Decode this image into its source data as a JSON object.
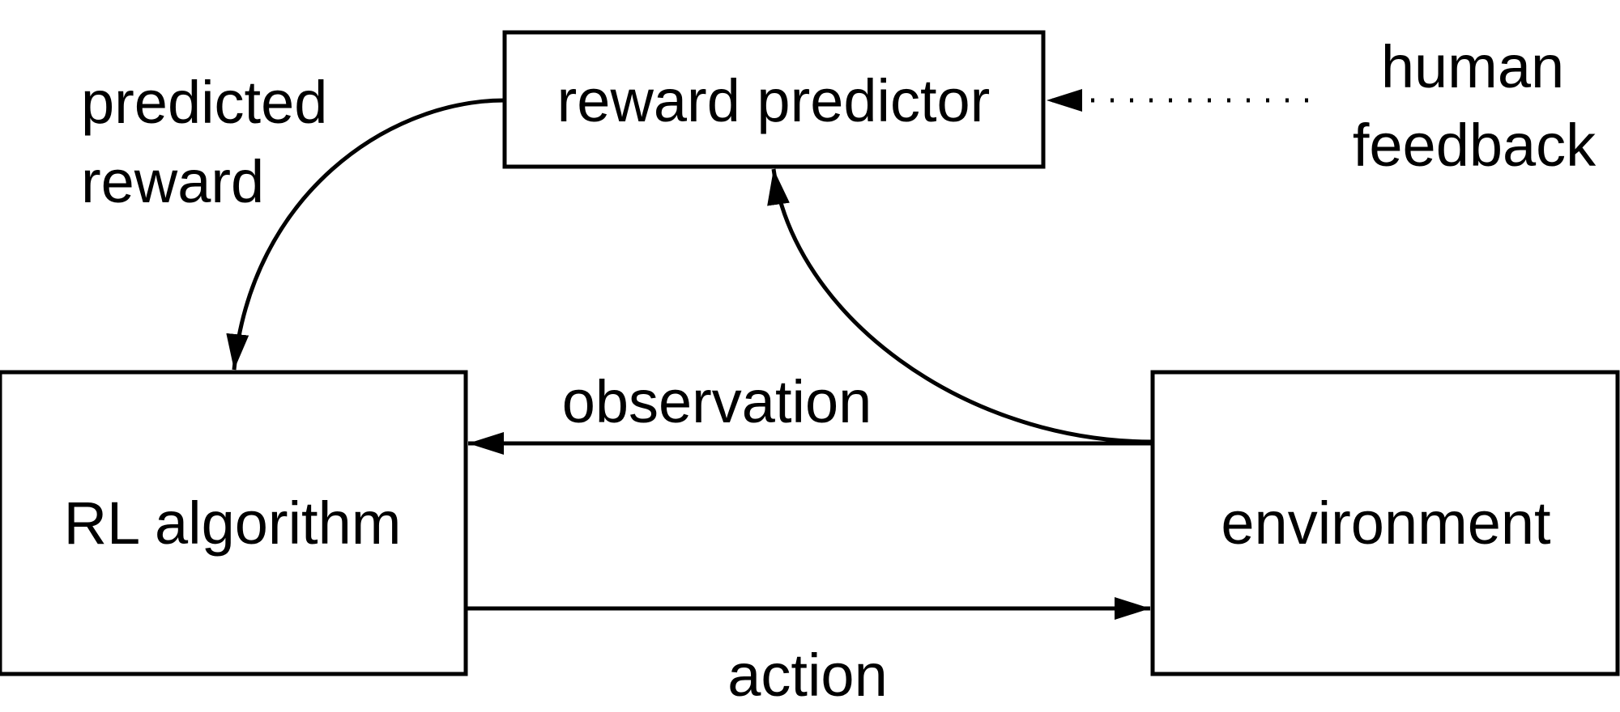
{
  "nodes": {
    "reward_predictor": {
      "label": "reward predictor"
    },
    "rl_algorithm": {
      "label": "RL algorithm"
    },
    "environment": {
      "label": "environment"
    }
  },
  "external_labels": {
    "human_feedback": [
      "human",
      "feedback"
    ],
    "predicted_reward": [
      "predicted",
      "reward"
    ]
  },
  "edge_labels": {
    "observation": "observation",
    "action": "action"
  },
  "colors": {
    "stroke": "#000000",
    "background": "#ffffff"
  }
}
